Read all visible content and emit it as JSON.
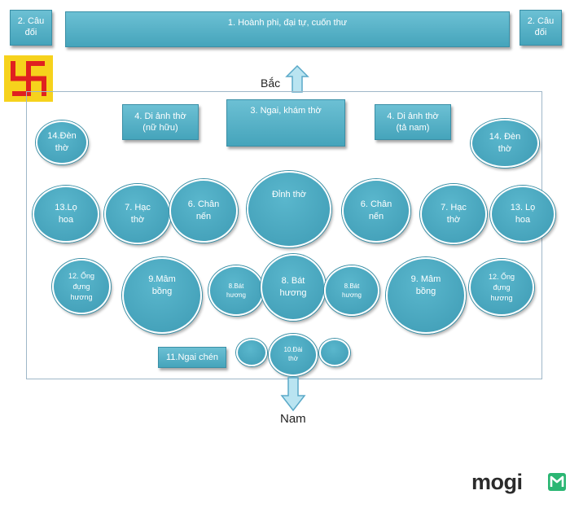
{
  "top": {
    "couplet_left": "2. Câu\nđối",
    "banner": "1. Hoành phi, đại tự, cuốn thư",
    "couplet_right": "2. Câu\nđối"
  },
  "directions": {
    "north": "Bắc",
    "south": "Nam"
  },
  "shrine_row": {
    "portrait_left": "4. Di ảnh thờ\n(nữ hữu)",
    "altar_box": "3. Ngai, khám thờ",
    "portrait_right": "4. Di ảnh thờ\n(tả nam)"
  },
  "lamps": {
    "left": "14.Đèn\nthờ",
    "right": "14. Đèn\nthờ"
  },
  "row2": {
    "vase_left": "13.Lọ\nhoa",
    "crane_left": "7. Hạc\nthờ",
    "candle_left": "6. Chân\nnến",
    "censer": "Đỉnh thờ",
    "candle_right": "6. Chân\nnến",
    "crane_right": "7. Hạc\nthờ",
    "vase_right": "13. Lọ\nhoa"
  },
  "row3": {
    "incense_tube_left": "12. Ống\nđựng\nhương",
    "fruit_tray_left": "9.Mâm\nbồng",
    "bowl_small_left": "8.Bát\nhương",
    "bowl_main": "8. Bát\nhương",
    "bowl_small_right": "8.Bát\nhương",
    "fruit_tray_right": "9. Mâm\nbồng",
    "incense_tube_right": "12. Ống\nđựng\nhương"
  },
  "row4": {
    "cup_stand": "11.Ngai chén",
    "offering_plate": "10.Đài\nthờ"
  },
  "logo": {
    "text": "mogi",
    "accent_color": "#2bb673"
  },
  "colors": {
    "shape_fill": "#4aaac2",
    "swastika": "#e02020",
    "swastika_bg": "#f6d21c"
  }
}
